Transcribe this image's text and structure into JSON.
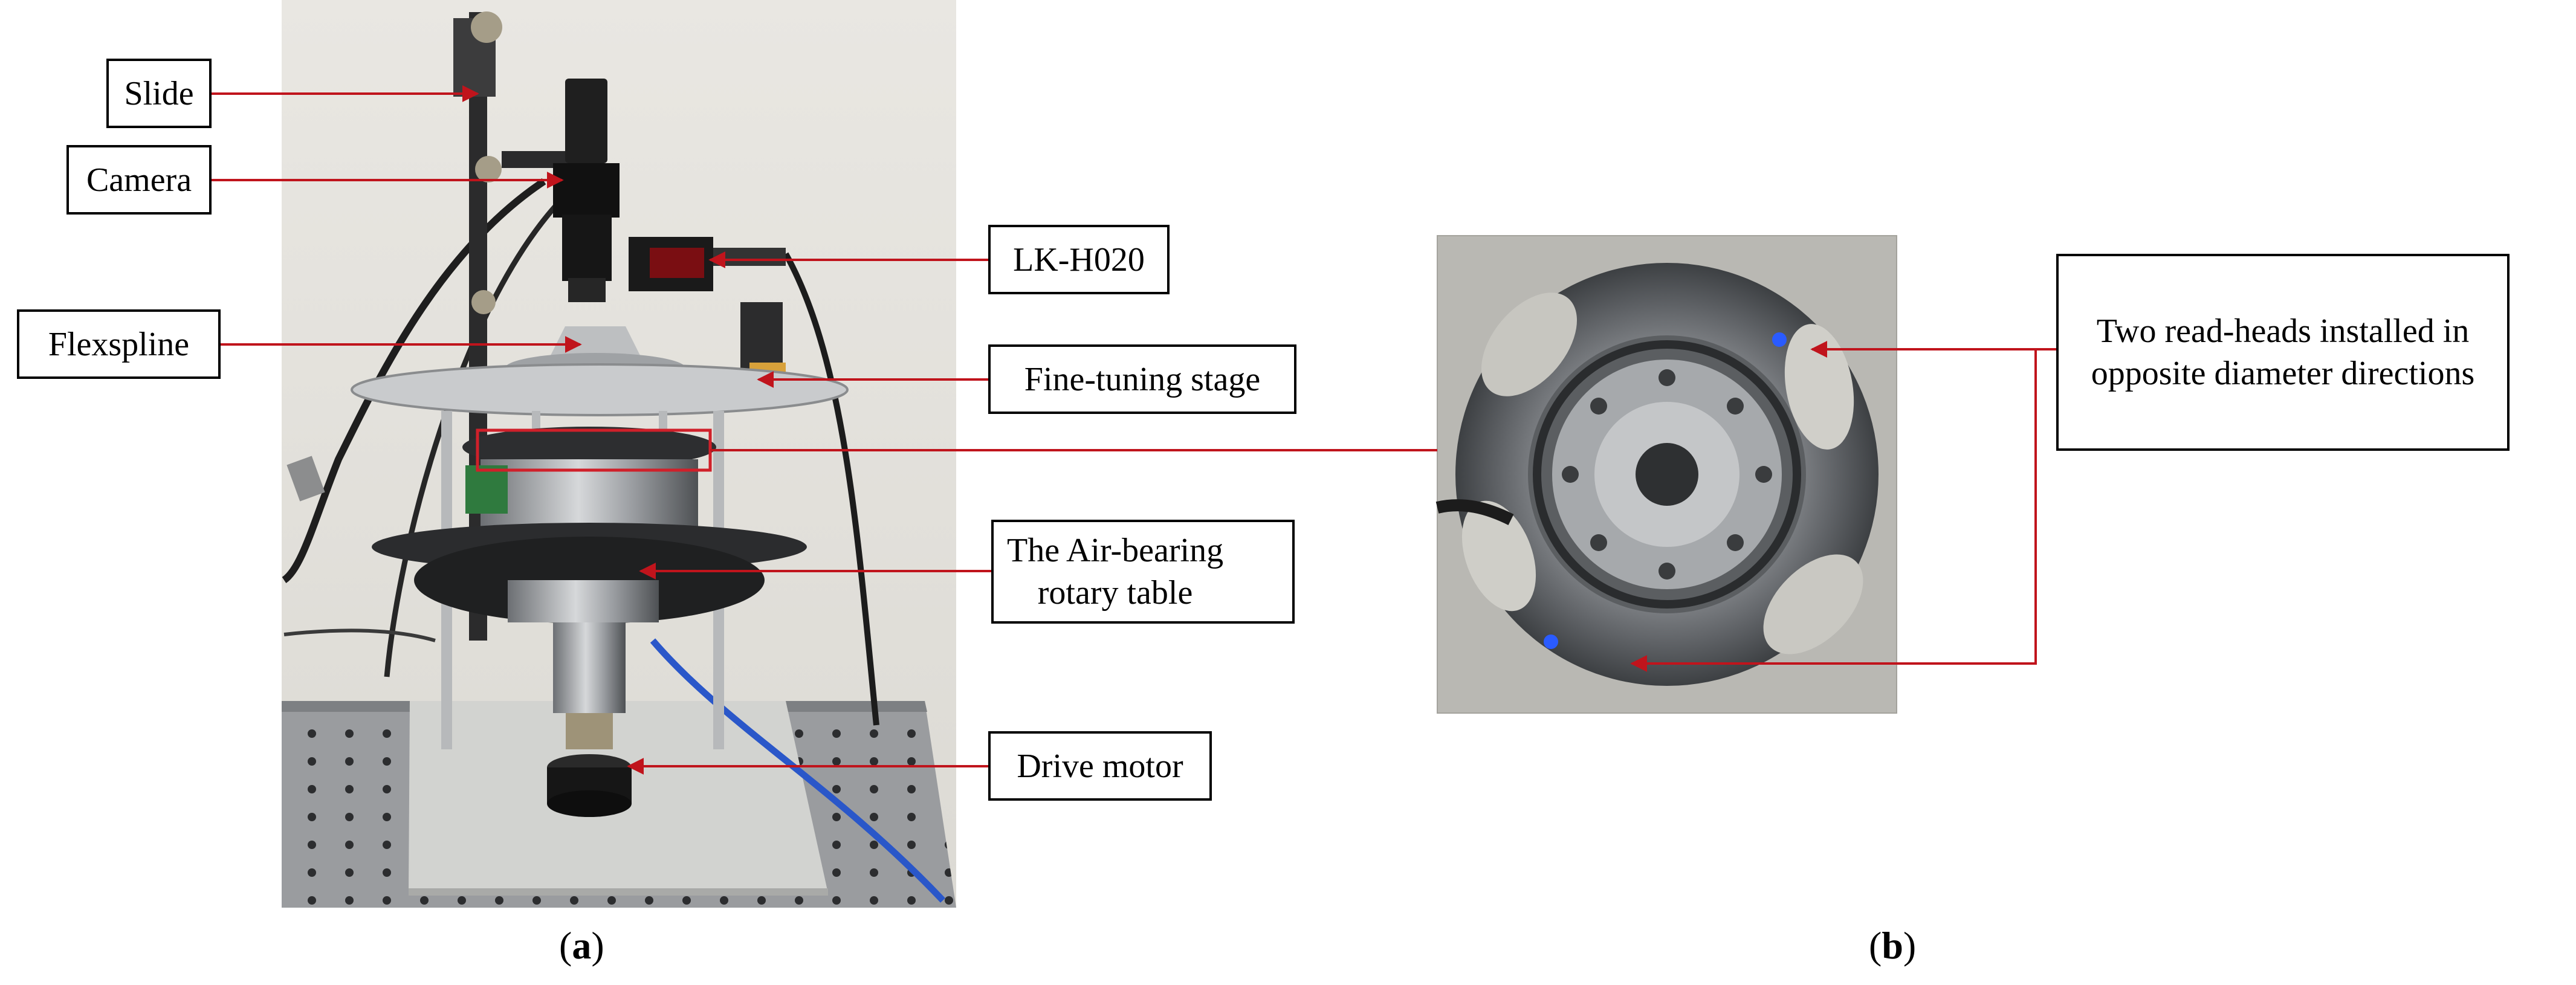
{
  "labels": {
    "slide": "Slide",
    "camera": "Camera",
    "flexspline": "Flexspline",
    "lk_h020": "LK-H020",
    "fine_tuning_stage": "Fine-tuning stage",
    "air_bearing_line1": "The Air-bearing",
    "air_bearing_line2": "rotary table",
    "drive_motor": "Drive motor",
    "read_heads_line1": "Two read-heads installed in",
    "read_heads_line2": "opposite diameter directions"
  },
  "captions": {
    "a_open": "(",
    "a_letter": "a",
    "a_close": ")",
    "b_open": "(",
    "b_letter": "b",
    "b_close": ")"
  },
  "colors": {
    "arrow": "#c0141c",
    "highlight_box": "#d0202a",
    "label_border": "#000000"
  },
  "icons": [
    "photo-apparatus-icon",
    "photo-encoder-icon"
  ]
}
